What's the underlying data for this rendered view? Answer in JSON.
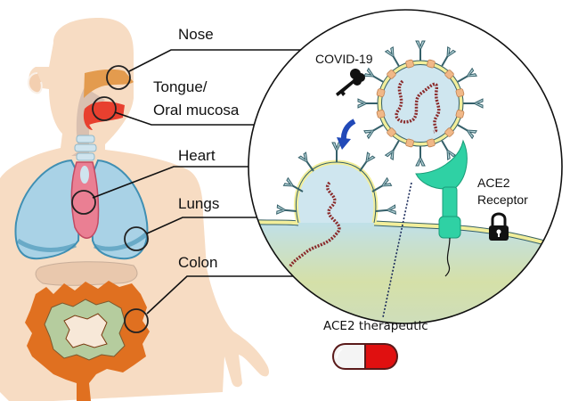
{
  "diagram": {
    "organs": [
      {
        "id": "nose",
        "label": "Nose"
      },
      {
        "id": "tongue",
        "label_line1": "Tongue/",
        "label_line2": "Oral mucosa"
      },
      {
        "id": "heart",
        "label": "Heart"
      },
      {
        "id": "lungs",
        "label": "Lungs"
      },
      {
        "id": "colon",
        "label": "Colon"
      }
    ],
    "virus_label": "COVID-19",
    "receptor_label_line1": "ACE2",
    "receptor_label_line2": "Receptor",
    "therapeutic_label": "ACE2 therapeutic",
    "icons": [
      "key-icon",
      "lock-icon",
      "curved-arrow-icon",
      "pill-icon",
      "virus-icon"
    ],
    "colors": {
      "skin": "#f7dcc3",
      "nasal": "#e39b4e",
      "tongue": "#e8402f",
      "lung": "#a9d2e6",
      "lung_dark": "#3f8fb3",
      "heart": "#ea7f93",
      "colon": "#e07020",
      "colon_inner": "#b5cc9e",
      "receptor": "#2fd1a4",
      "arrow": "#2149b8",
      "pill_red": "#e01010"
    }
  }
}
